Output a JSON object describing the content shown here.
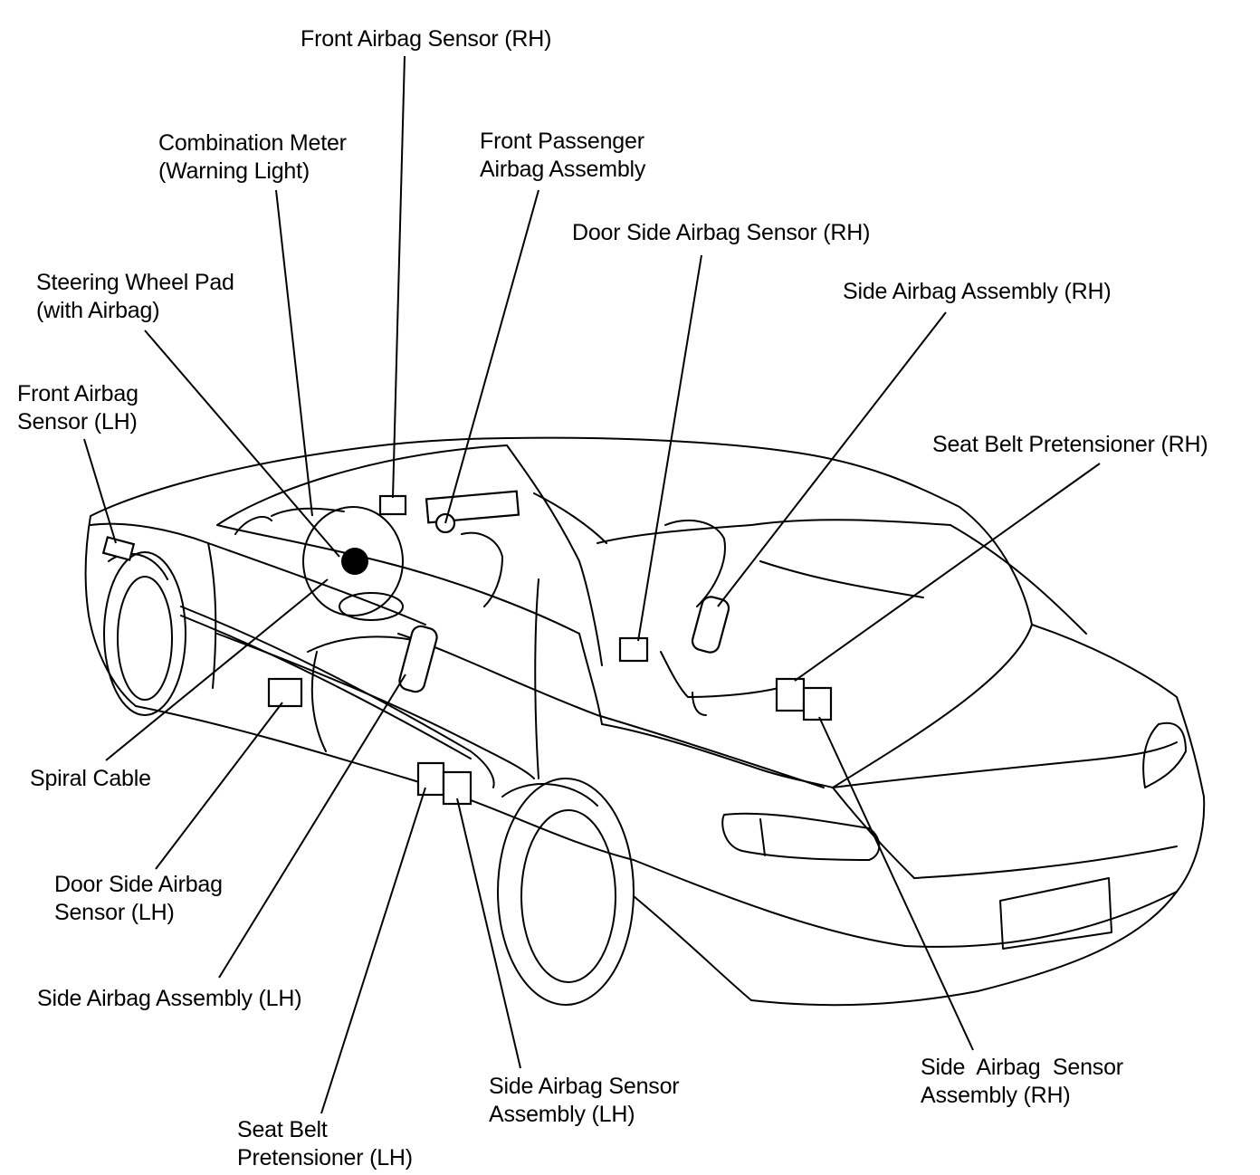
{
  "labels": {
    "front_airbag_sensor_rh": [
      "Front Airbag Sensor (RH)"
    ],
    "combination_meter": [
      "Combination Meter",
      "(Warning Light)"
    ],
    "front_passenger_airbag": [
      "Front Passenger",
      "Airbag Assembly"
    ],
    "door_side_airbag_sensor_rh": [
      "Door Side Airbag Sensor (RH)"
    ],
    "steering_wheel_pad": [
      "Steering Wheel Pad",
      "(with Airbag)"
    ],
    "side_airbag_assembly_rh": [
      "Side Airbag Assembly (RH)"
    ],
    "front_airbag_sensor_lh": [
      "Front Airbag",
      "Sensor (LH)"
    ],
    "seat_belt_pretensioner_rh": [
      "Seat Belt Pretensioner (RH)"
    ],
    "spiral_cable": [
      "Spiral Cable"
    ],
    "door_side_airbag_sensor_lh": [
      "Door Side Airbag",
      "Sensor (LH)"
    ],
    "side_airbag_assembly_lh": [
      "Side Airbag Assembly (LH)"
    ],
    "side_airbag_sensor_lh": [
      "Side Airbag Sensor",
      "Assembly (LH)"
    ],
    "side_airbag_sensor_rh": [
      "Side  Airbag  Sensor",
      "Assembly (RH)"
    ],
    "seat_belt_pretensioner_lh": [
      "Seat Belt",
      "Pretensioner (LH)"
    ]
  },
  "colors": {
    "line": "#000000",
    "background": "#ffffff"
  }
}
